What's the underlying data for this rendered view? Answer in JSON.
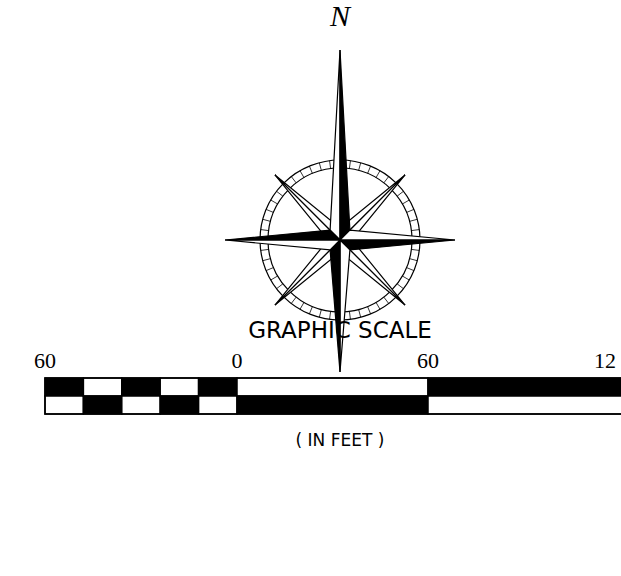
{
  "diagram": {
    "title": "GRAPHIC SCALE",
    "labels": [
      "N",
      "60",
      "0",
      "60",
      "12",
      "( IN FEET )"
    ]
  }
}
